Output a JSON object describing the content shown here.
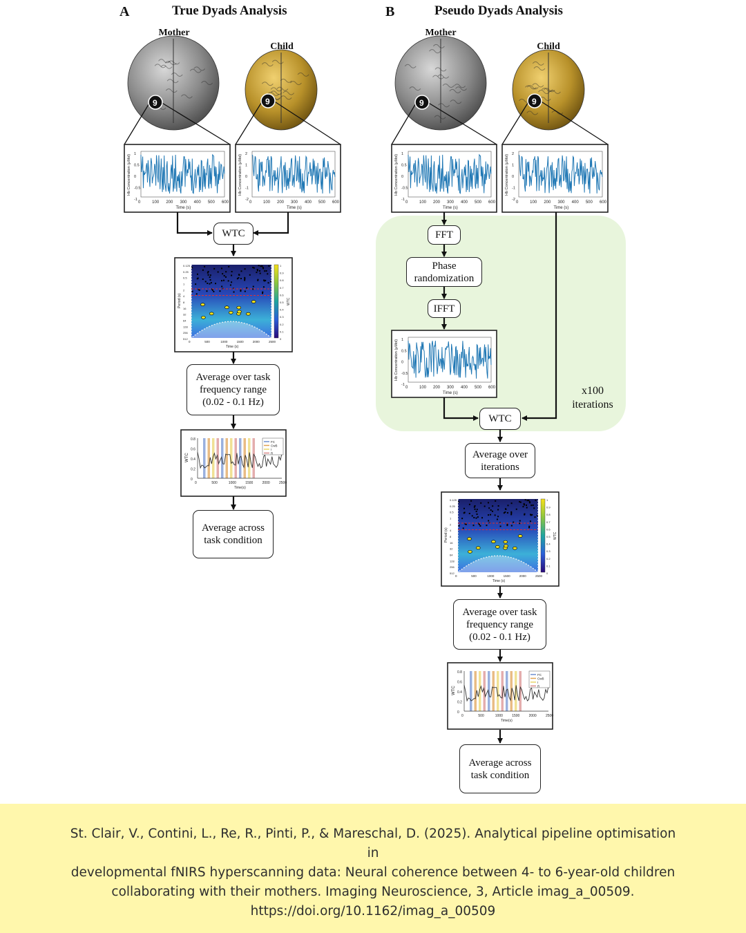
{
  "panel_a": {
    "letter": "A",
    "title": "True Dyads Analysis",
    "mother_label": "Mother",
    "child_label": "Child",
    "channel": "9",
    "steps": {
      "wtc": "WTC",
      "average_freq": [
        "Average over task",
        "frequency range",
        "(0.02 - 0.1 Hz)"
      ],
      "average_task": [
        "Average across",
        "task condition"
      ]
    }
  },
  "panel_b": {
    "letter": "B",
    "title": "Pseudo Dyads Analysis",
    "mother_label": "Mother",
    "child_label": "Child",
    "channel": "9",
    "steps": {
      "fft": "FFT",
      "phase": [
        "Phase",
        "randomization"
      ],
      "ifft": "IFFT",
      "wtc": "WTC",
      "iterations": [
        "x100",
        "iterations"
      ],
      "average_iterations": [
        "Average over",
        "iterations"
      ],
      "average_freq": [
        "Average over task",
        "frequency range",
        "(0.02 - 0.1 Hz)"
      ],
      "average_task": [
        "Average across",
        "task condition"
      ]
    }
  },
  "signal_plot": {
    "ylabel": "Hb Concentration (μMol)",
    "xlabel": "Time (s)",
    "xticks": [
      "0",
      "100",
      "200",
      "300",
      "400",
      "500",
      "600"
    ],
    "yticks_mother": [
      "1",
      "0.5",
      "0",
      "-0.5",
      "-1"
    ],
    "yticks_child": [
      "2",
      "1",
      "0",
      "-1",
      "-2"
    ]
  },
  "wtc_plot": {
    "ylabel": "Period (s)",
    "xlabel": "Time (s)",
    "xticks": [
      "0",
      "500",
      "1000",
      "1500",
      "2000",
      "2500"
    ],
    "yticks": [
      "0.125",
      "0.25",
      "0.5",
      "1",
      "2",
      "4",
      "8",
      "16",
      "32",
      "64",
      "128",
      "256",
      "512"
    ],
    "colorbar_ticks": [
      "1",
      "0.9",
      "0.8",
      "0.7",
      "0.6",
      "0.5",
      "0.4",
      "0.3",
      "0.2",
      "0.1",
      "0"
    ],
    "colorbar_label": "WTC"
  },
  "avg_plot": {
    "ylabel": "WTC",
    "xlabel": "Time(s)",
    "xticks": [
      "0",
      "500",
      "1000",
      "1500",
      "2000",
      "2500"
    ],
    "yticks": [
      "0.8",
      "0.6",
      "0.4",
      "0.2",
      "0"
    ],
    "legend": [
      "FC",
      "CwB",
      "I",
      "R"
    ],
    "colors": {
      "FC": "#6f8fd0",
      "CwB": "#e0a050",
      "I": "#e9d468",
      "R": "#d98a8a"
    }
  },
  "colors": {
    "signal": "#1f77b4",
    "mother_brain": "#8a8a8a",
    "child_brain": "#b8912a",
    "loop_bg": "#e8f5dc",
    "citation_bg": "#fff7ac"
  },
  "citation": [
    "St. Clair, V., Contini, L., Re, R., Pinti, P., & Mareschal, D. (2025). Analytical pipeline optimisation in",
    "developmental fNIRS hyperscanning data: Neural coherence between 4- to 6-year-old children",
    "collaborating with their mothers. Imaging Neuroscience, 3, Article imag_a_00509.",
    "https://doi.org/10.1162/imag_a_00509"
  ]
}
